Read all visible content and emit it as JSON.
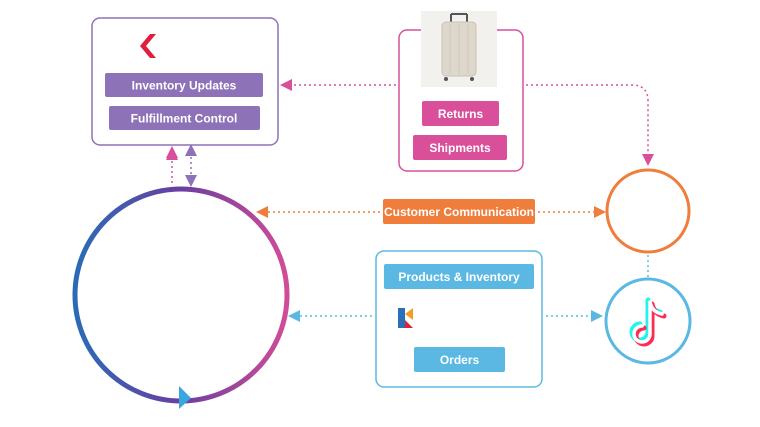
{
  "wms_box": {
    "logo_icon": "red-chevron-logo",
    "inventory_updates": "Inventory Updates",
    "fulfillment_control": "Fulfillment Control"
  },
  "returns_box": {
    "image": "suitcase-photo",
    "returns": "Returns",
    "shipments": "Shipments"
  },
  "middle": {
    "customer_communication": "Customer Communication"
  },
  "commerce_box": {
    "logo_icon": "blue-red-k-logo",
    "products_inventory": "Products & Inventory",
    "orders": "Orders"
  },
  "tiktok": {
    "icon": "tiktok-note-icon"
  },
  "colors": {
    "purple": "#8e72b8",
    "pink": "#d94f9a",
    "orange": "#ef7d3c",
    "blue": "#5bb8e2",
    "ring_start": "#2b6fb8",
    "ring_mid": "#6a3fa0",
    "ring_end": "#d24b95",
    "logo_red": "#e0203a"
  }
}
